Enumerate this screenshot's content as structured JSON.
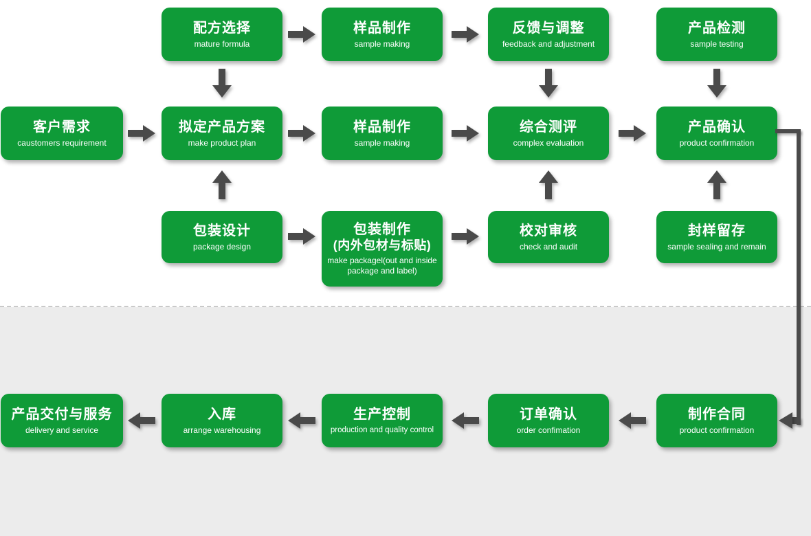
{
  "colors": {
    "node_green": "#0f9b38",
    "arrow_gray": "#4a4a4a",
    "section_top_bg": "#ffffff",
    "section_bottom_bg": "#ececec",
    "divider_dash": "#c9c9c9",
    "text_white": "#ffffff"
  },
  "nodes": {
    "formula_selection": {
      "title": "配方选择",
      "subtitle": "mature formula"
    },
    "sample_making_top": {
      "title": "样品制作",
      "subtitle": "sample making"
    },
    "feedback_adjustment": {
      "title": "反馈与调整",
      "subtitle": "feedback and adjustment"
    },
    "product_testing": {
      "title": "产品检测",
      "subtitle": "sample testing"
    },
    "customer_requirement": {
      "title": "客户需求",
      "subtitle": "caustomers requirement"
    },
    "product_plan": {
      "title": "拟定产品方案",
      "subtitle": "make product plan"
    },
    "sample_making_mid": {
      "title": "样品制作",
      "subtitle": "sample making"
    },
    "complex_evaluation": {
      "title": "综合测评",
      "subtitle": "complex evaluation"
    },
    "product_confirmation": {
      "title": "产品确认",
      "subtitle": "product confirmation"
    },
    "package_design": {
      "title": "包装设计",
      "subtitle": "package design"
    },
    "package_making": {
      "title": "包装制作",
      "title2": "(内外包材与标贴)",
      "subtitle": "make packagel(out and inside package and label)"
    },
    "check_audit": {
      "title": "校对审核",
      "subtitle": "check and audit"
    },
    "sample_sealing": {
      "title": "封样留存",
      "subtitle": "sample sealing and remain"
    },
    "contract_making": {
      "title": "制作合同",
      "subtitle": "product confirmation"
    },
    "order_confirmation": {
      "title": "订单确认",
      "subtitle": "order confimation"
    },
    "production_control": {
      "title": "生产控制",
      "subtitle": "production and quality control"
    },
    "warehousing": {
      "title": "入库",
      "subtitle": "arrange warehousing"
    },
    "delivery_service": {
      "title": "产品交付与服务",
      "subtitle": "delivery and service"
    }
  }
}
